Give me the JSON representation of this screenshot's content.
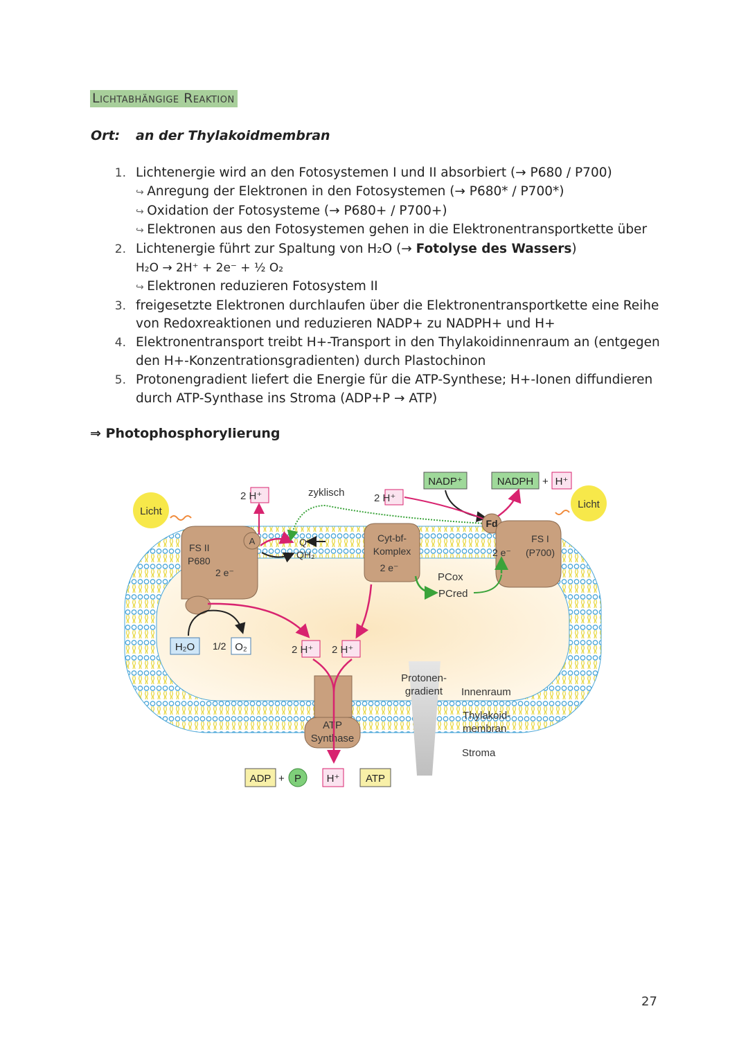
{
  "heading": "Lichtabhängige Reaktion",
  "ort": {
    "label": "Ort:",
    "value": "an der Thylakoidmembran"
  },
  "steps": [
    {
      "num": "1.",
      "lines": [
        {
          "text": "Lichtenergie wird an den Fotosystemen I und II absorbiert (→ P680 / P700)",
          "sub": false
        },
        {
          "text": "Anregung der Elektronen in den Fotosystemen (→ P680* / P700*)",
          "sub": true
        },
        {
          "text": "Oxidation der Fotosysteme (→ P680+ / P700+)",
          "sub": true
        },
        {
          "text": "Elektronen aus den Fotosystemen gehen in die Elektronentransportkette über",
          "sub": true
        }
      ]
    },
    {
      "num": "2.",
      "lines": [
        {
          "text": "Lichtenergie führt zur Spaltung von H₂O (→ ",
          "bold": "Fotolyse des Wassers",
          "after": ")",
          "sub": false
        },
        {
          "text": "H₂O → 2H⁺ + 2e⁻ + ½ O₂",
          "sub": false,
          "eq": true
        },
        {
          "text": "Elektronen reduzieren Fotosystem II",
          "sub": true
        }
      ]
    },
    {
      "num": "3.",
      "lines": [
        {
          "text": "freigesetzte Elektronen durchlaufen über die Elektronentransportkette eine Reihe",
          "sub": false
        },
        {
          "text": "von Redoxreaktionen und reduzieren NADP+ zu NADPH+ und H+",
          "sub": false
        }
      ]
    },
    {
      "num": "4.",
      "lines": [
        {
          "text": "Elektronentransport treibt H+-Transport in den Thylakoidinnenraum an (entgegen",
          "sub": false
        },
        {
          "text": "den H+-Konzentrationsgradienten) durch Plastochinon",
          "sub": false
        }
      ]
    },
    {
      "num": "5.",
      "lines": [
        {
          "text": "Protonengradient liefert die Energie für die ATP-Synthese; H+-Ionen diffundieren",
          "sub": false
        },
        {
          "text": "durch ATP-Synthase ins Stroma (ADP+P → ATP)",
          "sub": false
        }
      ]
    }
  ],
  "conclusion": "⇒ Photophosphorylierung",
  "diagram": {
    "light_left": "Licht",
    "light_right": "Licht",
    "fs2_line1": "FS II",
    "fs2_line2": "P680",
    "fs2_electrons": "2 e⁻",
    "a_label": "A",
    "q_label": "Q",
    "qh2_label": "QH₂",
    "cyclic_label": "zyklisch",
    "proton_top_left": "2 H⁺",
    "proton_top_mid": "2 H⁺",
    "cyt_line1": "Cyt-bf-",
    "cyt_line2": "Komplex",
    "cyt_electrons": "2 e⁻",
    "nadp": "NADP⁺",
    "nadph": "NADPH",
    "plus": "+",
    "h_plus": "H⁺",
    "fd": "Fd",
    "fs1_line1": "FS I",
    "fs1_line2": "(P700)",
    "fs1_electrons": "2 e⁻",
    "pcox": "PCox",
    "pcred": "PCred",
    "h2o": "H₂O",
    "half": "1/2",
    "o2": "O₂",
    "proton_inner_1": "2 H⁺",
    "proton_inner_2": "2 H⁺",
    "gradient_line1": "Protonen-",
    "gradient_line2": "gradient",
    "innenraum": "Innenraum",
    "membran_line1": "Thylakoid-",
    "membran_line2": "membran",
    "stroma": "Stroma",
    "atp_synthase_line1": "ATP",
    "atp_synthase_line2": "Synthase",
    "adp": "ADP",
    "p": "P",
    "h_out": "H⁺",
    "atp": "ATP"
  },
  "page_number": "27"
}
